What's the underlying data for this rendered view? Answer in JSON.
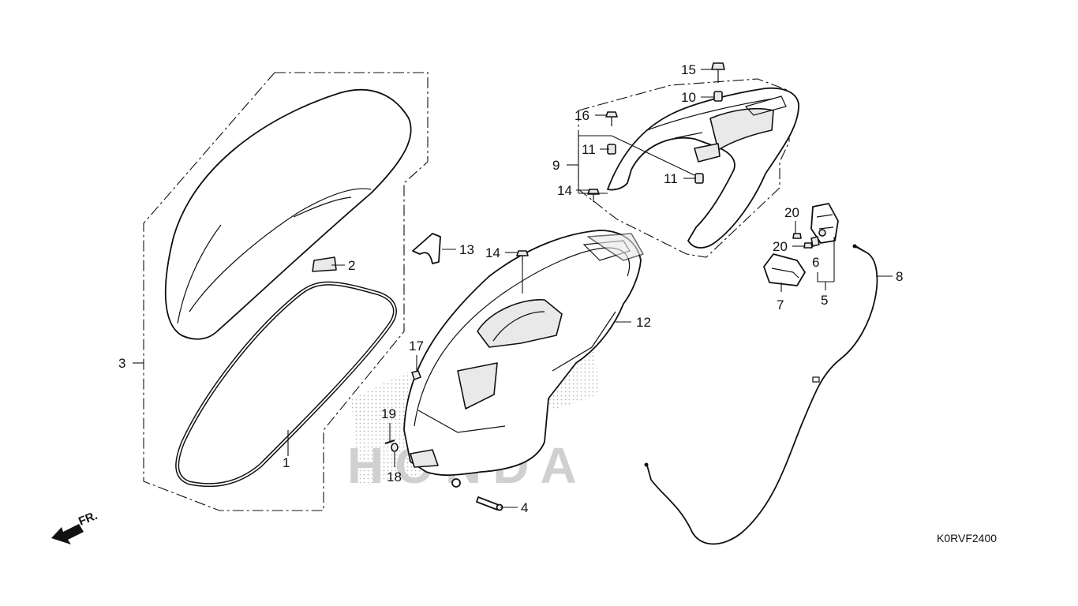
{
  "diagram": {
    "drawing_code": "K0RVF2400",
    "direction_label": "FR.",
    "watermark": "HONDA",
    "callouts": [
      {
        "id": "c1",
        "label": "1"
      },
      {
        "id": "c2",
        "label": "2"
      },
      {
        "id": "c3",
        "label": "3"
      },
      {
        "id": "c4",
        "label": "4"
      },
      {
        "id": "c5",
        "label": "5"
      },
      {
        "id": "c6",
        "label": "6"
      },
      {
        "id": "c7",
        "label": "7"
      },
      {
        "id": "c8",
        "label": "8"
      },
      {
        "id": "c9",
        "label": "9"
      },
      {
        "id": "c10",
        "label": "10"
      },
      {
        "id": "c11a",
        "label": "11"
      },
      {
        "id": "c11b",
        "label": "11"
      },
      {
        "id": "c12",
        "label": "12"
      },
      {
        "id": "c13",
        "label": "13"
      },
      {
        "id": "c14a",
        "label": "14"
      },
      {
        "id": "c14b",
        "label": "14"
      },
      {
        "id": "c15",
        "label": "15"
      },
      {
        "id": "c16",
        "label": "16"
      },
      {
        "id": "c17",
        "label": "17"
      },
      {
        "id": "c18",
        "label": "18"
      },
      {
        "id": "c19",
        "label": "19"
      },
      {
        "id": "c20a",
        "label": "20"
      },
      {
        "id": "c20b",
        "label": "20"
      }
    ]
  }
}
